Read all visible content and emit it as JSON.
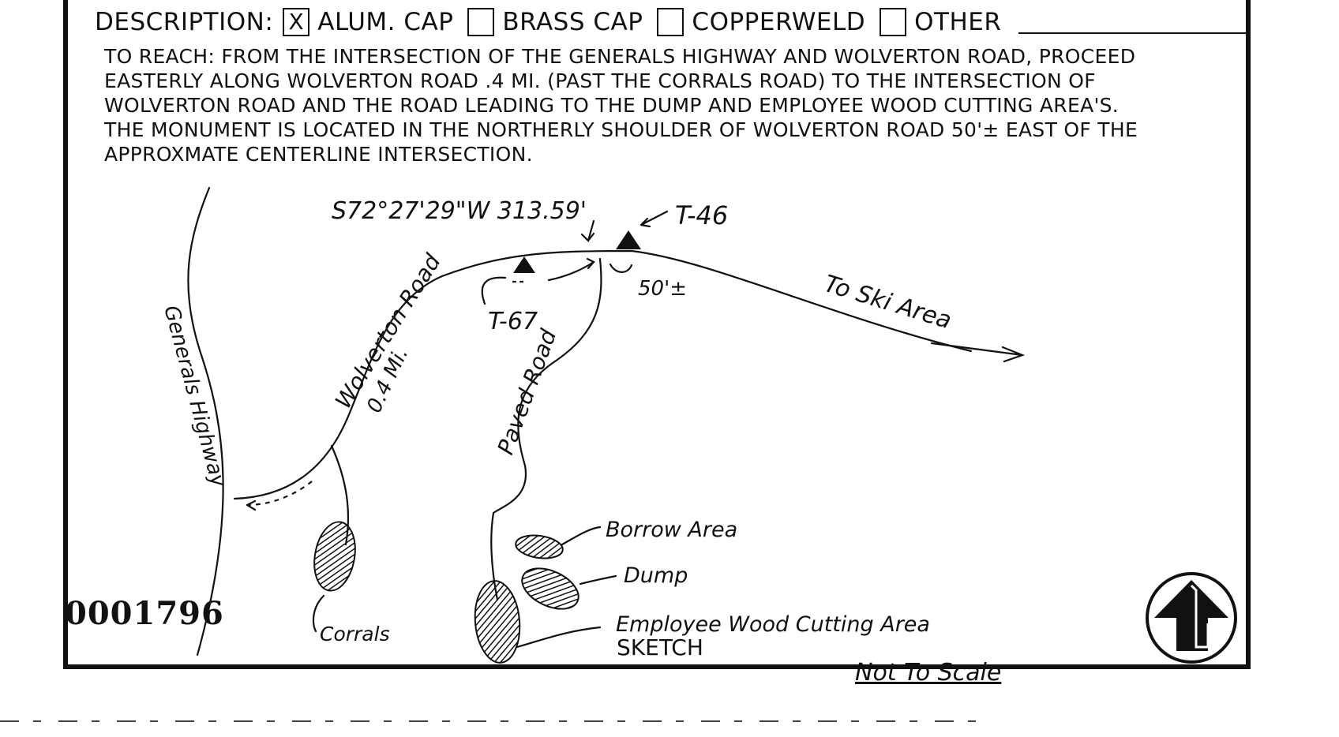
{
  "description": {
    "label": "DESCRIPTION:",
    "options": [
      {
        "label": "ALUM. CAP",
        "checked": true,
        "mark": "X"
      },
      {
        "label": "BRASS CAP",
        "checked": false,
        "mark": ""
      },
      {
        "label": "COPPERWELD",
        "checked": false,
        "mark": ""
      },
      {
        "label": "OTHER",
        "checked": false,
        "mark": ""
      }
    ]
  },
  "to_reach": [
    "TO REACH: FROM THE INTERSECTION OF THE GENERALS HIGHWAY AND WOLVERTON ROAD, PROCEED",
    "EASTERLY ALONG WOLVERTON ROAD .4 MI. (PAST THE CORRALS ROAD) TO THE INTERSECTION OF",
    "WOLVERTON ROAD AND THE ROAD LEADING TO THE DUMP AND EMPLOYEE WOOD CUTTING AREA'S.",
    "THE MONUMENT IS LOCATED IN THE NORTHERLY SHOULDER OF WOLVERTON ROAD 50'± EAST OF THE",
    "APPROXMATE CENTERLINE INTERSECTION."
  ],
  "sketch": {
    "bearing": "S72°27'29\"W 313.59'",
    "monument_east": "T-46",
    "monument_west": "T-67",
    "offset": "50'±",
    "to_ski_area": "To Ski Area",
    "wolverton_road": "Wolverton Road",
    "distance": "0.4 Mi.",
    "generals_highway": "Generals Highway",
    "paved_road": "Paved Road",
    "borrow_area": "Borrow Area",
    "dump": "Dump",
    "employee_wood": "Employee Wood Cutting Area",
    "corrals": "Corrals",
    "sketch_label": "SKETCH",
    "not_to_scale": "Not To Scale",
    "north_arrow": "north-arrow-icon"
  },
  "document_id": "0001796",
  "colors": {
    "ink": "#111111",
    "paper": "#ffffff"
  }
}
